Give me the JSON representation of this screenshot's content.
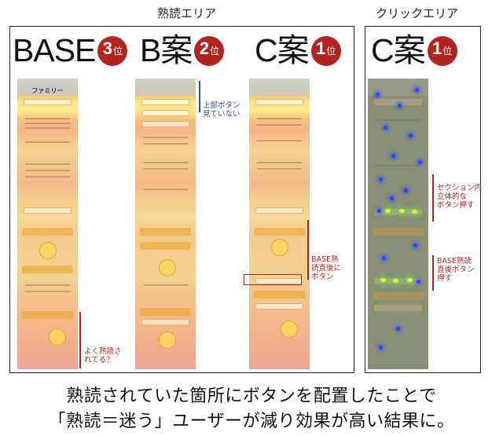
{
  "section_labels": {
    "scroll_area": "熟読エリア",
    "click_area": "クリックエリア"
  },
  "variants": [
    {
      "name": "BASE",
      "rank": "3",
      "rank_suffix": "位"
    },
    {
      "name": "B案",
      "rank": "2",
      "rank_suffix": "位"
    },
    {
      "name": "C案",
      "rank": "1",
      "rank_suffix": "位"
    },
    {
      "name": "C案",
      "rank": "1",
      "rank_suffix": "位"
    }
  ],
  "mock_page_title": "ファミリー",
  "annotations": {
    "b_top_button": "上部ボタン\n見ていない",
    "base_bottom": "よく熟読さ\nれてる？",
    "c_after_read": "BASE熟\n読直後に\nボタン",
    "click_section": "セクション内\n立体的な\nボタン押す",
    "click_after_read": "BASE熟読\n直後ボタン\n押す"
  },
  "caption": {
    "line1": "熟読されていた箇所にボタンを配置したことで",
    "line2": "「熟読＝迷う」ユーザーが減り効果が高い結果に。"
  },
  "colors": {
    "badge": "#b3241f",
    "annotation_red": "#b3241f",
    "annotation_blue": "#2a4fb0"
  }
}
